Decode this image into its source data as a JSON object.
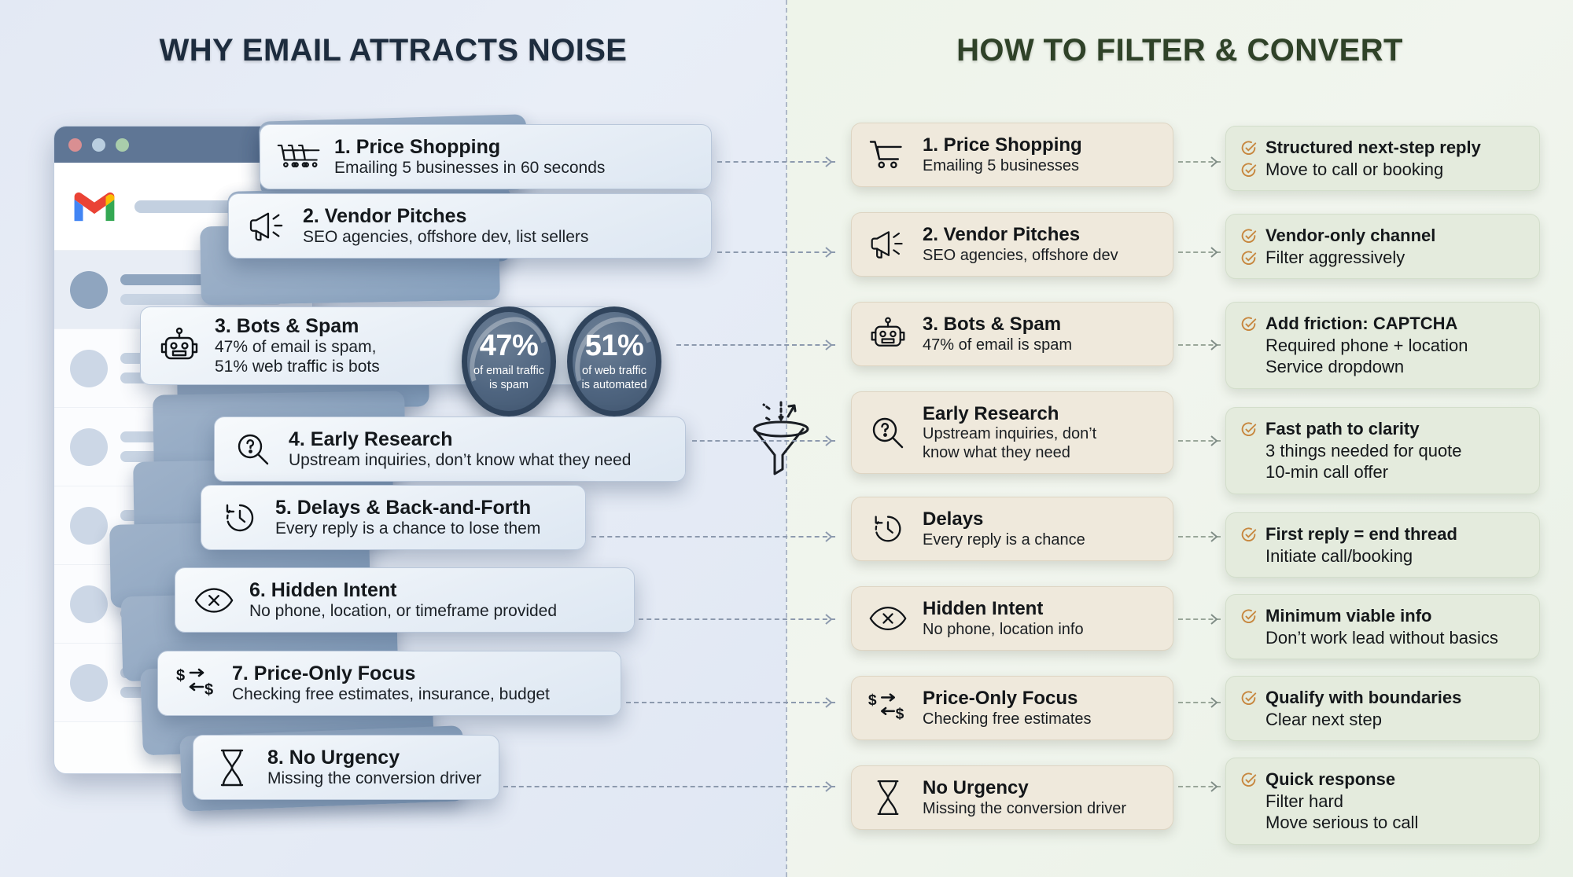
{
  "titles": {
    "left": "WHY EMAIL ATTRACTS NOISE",
    "right": "HOW TO FILTER & CONVERT"
  },
  "left_cards": [
    {
      "icon": "shopping-carts-icon",
      "title": "1. Price Shopping",
      "subtitle": "Emailing 5 businesses in 60 seconds"
    },
    {
      "icon": "megaphone-icon",
      "title": "2. Vendor Pitches",
      "subtitle": "SEO agencies, offshore dev, list sellers"
    },
    {
      "icon": "robot-icon",
      "title": "3. Bots & Spam",
      "subtitle": "47% of email is spam,",
      "subtitle2": "51% web traffic is bots"
    },
    {
      "icon": "magnifier-question-icon",
      "title": "4. Early Research",
      "subtitle": "Upstream inquiries, don’t know what they need"
    },
    {
      "icon": "clock-rewind-icon",
      "title": "5. Delays & Back-and-Forth",
      "subtitle": "Every reply is a chance to lose them"
    },
    {
      "icon": "eye-x-icon",
      "title": "6. Hidden Intent",
      "subtitle": "No phone, location, or timeframe provided"
    },
    {
      "icon": "dollar-exchange-icon",
      "title": "7. Price-Only Focus",
      "subtitle": "Checking free estimates, insurance, budget"
    },
    {
      "icon": "hourglass-icon",
      "title": "8. No Urgency",
      "subtitle": "Missing the conversion driver"
    }
  ],
  "stat_badges": [
    {
      "value": "47%",
      "caption1": "of email traffic",
      "caption2": "is spam"
    },
    {
      "value": "51%",
      "caption1": "of web traffic",
      "caption2": "is automated"
    }
  ],
  "funnel_icon": "funnel-filter-icon",
  "middle_cards": [
    {
      "icon": "shopping-cart-icon",
      "title": "1. Price Shopping",
      "subtitle": "Emailing 5 businesses"
    },
    {
      "icon": "megaphone-icon",
      "title": "2. Vendor Pitches",
      "subtitle": "SEO agencies, offshore dev"
    },
    {
      "icon": "robot-icon",
      "title": "3. Bots & Spam",
      "subtitle": "47% of email is spam"
    },
    {
      "icon": "magnifier-question-icon",
      "title": "Early Research",
      "subtitle": "Upstream inquiries, don’t",
      "subtitle2": "know what they need"
    },
    {
      "icon": "clock-rewind-icon",
      "title": "Delays",
      "subtitle": "Every reply is a chance"
    },
    {
      "icon": "eye-x-icon",
      "title": "Hidden Intent",
      "subtitle": "No phone, location info"
    },
    {
      "icon": "dollar-exchange-icon",
      "title": "Price-Only Focus",
      "subtitle": "Checking free estimates"
    },
    {
      "icon": "hourglass-icon",
      "title": "No Urgency",
      "subtitle": "Missing the conversion driver"
    }
  ],
  "right_cards": [
    {
      "lines": [
        {
          "text": "Structured next-step reply",
          "bold": true,
          "check": true
        },
        {
          "text": "Move to call or booking",
          "bold": false,
          "check": true
        }
      ]
    },
    {
      "lines": [
        {
          "text": "Vendor-only channel",
          "bold": true,
          "check": true
        },
        {
          "text": "Filter aggressively",
          "bold": false,
          "check": true
        }
      ]
    },
    {
      "lines": [
        {
          "text": "Add friction: CAPTCHA",
          "bold": true,
          "check": true
        },
        {
          "text": "Required phone + location",
          "bold": false,
          "check": false
        },
        {
          "text": "Service dropdown",
          "bold": false,
          "check": false
        }
      ]
    },
    {
      "lines": [
        {
          "text": "Fast path to clarity",
          "bold": true,
          "check": true
        },
        {
          "text": "3 things needed for quote",
          "bold": false,
          "check": false
        },
        {
          "text": "10-min call offer",
          "bold": false,
          "check": false
        }
      ]
    },
    {
      "lines": [
        {
          "text": "First reply = end thread",
          "bold": true,
          "check": true
        },
        {
          "text": "Initiate call/booking",
          "bold": false,
          "check": false
        }
      ]
    },
    {
      "lines": [
        {
          "text": "Minimum viable info",
          "bold": true,
          "check": true
        },
        {
          "text": "Don’t work lead without basics",
          "bold": false,
          "check": false
        }
      ]
    },
    {
      "lines": [
        {
          "text": "Qualify with boundaries",
          "bold": true,
          "check": true
        },
        {
          "text": "Clear next step",
          "bold": false,
          "check": false
        }
      ]
    },
    {
      "lines": [
        {
          "text": "Quick response",
          "bold": true,
          "check": true
        },
        {
          "text": "Filter hard",
          "bold": false,
          "check": false
        },
        {
          "text": "Move serious to call",
          "bold": false,
          "check": false
        }
      ]
    }
  ],
  "browser_mock": {
    "app_logo": "gmail-logo-icon",
    "window_controls": [
      "close-dot",
      "minimize-dot",
      "maximize-dot"
    ],
    "rows": 7
  },
  "colors": {
    "left_bg": "#e5eaf4",
    "right_bg": "#eff4ec",
    "left_title": "#1d2c3e",
    "right_title": "#2f4228",
    "badge_fill": "#4f6580",
    "check_accent": "#c7873f",
    "left_card_bg": "#eaf0f7",
    "middle_card_bg": "#efe9dc",
    "right_card_bg": "#e4ebdd"
  }
}
